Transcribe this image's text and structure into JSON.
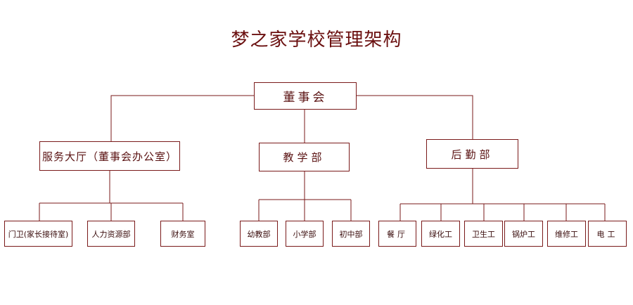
{
  "title": "梦之家学校管理架构",
  "colors": {
    "line": "#7a1a1a",
    "title_text": "#6b1010",
    "node_text": "#5a1212"
  },
  "root": {
    "label": "董事会"
  },
  "departments": [
    {
      "label": "服务大厅（董事会办公室）",
      "children": [
        "门卫(家长接待室)",
        "人力资源部",
        "财务室"
      ]
    },
    {
      "label": "教学部",
      "children": [
        "幼教部",
        "小学部",
        "初中部"
      ]
    },
    {
      "label": "后勤部",
      "children": [
        "餐厅",
        "绿化工",
        "卫生工",
        "锅炉工",
        "维修工",
        "电工"
      ]
    }
  ]
}
